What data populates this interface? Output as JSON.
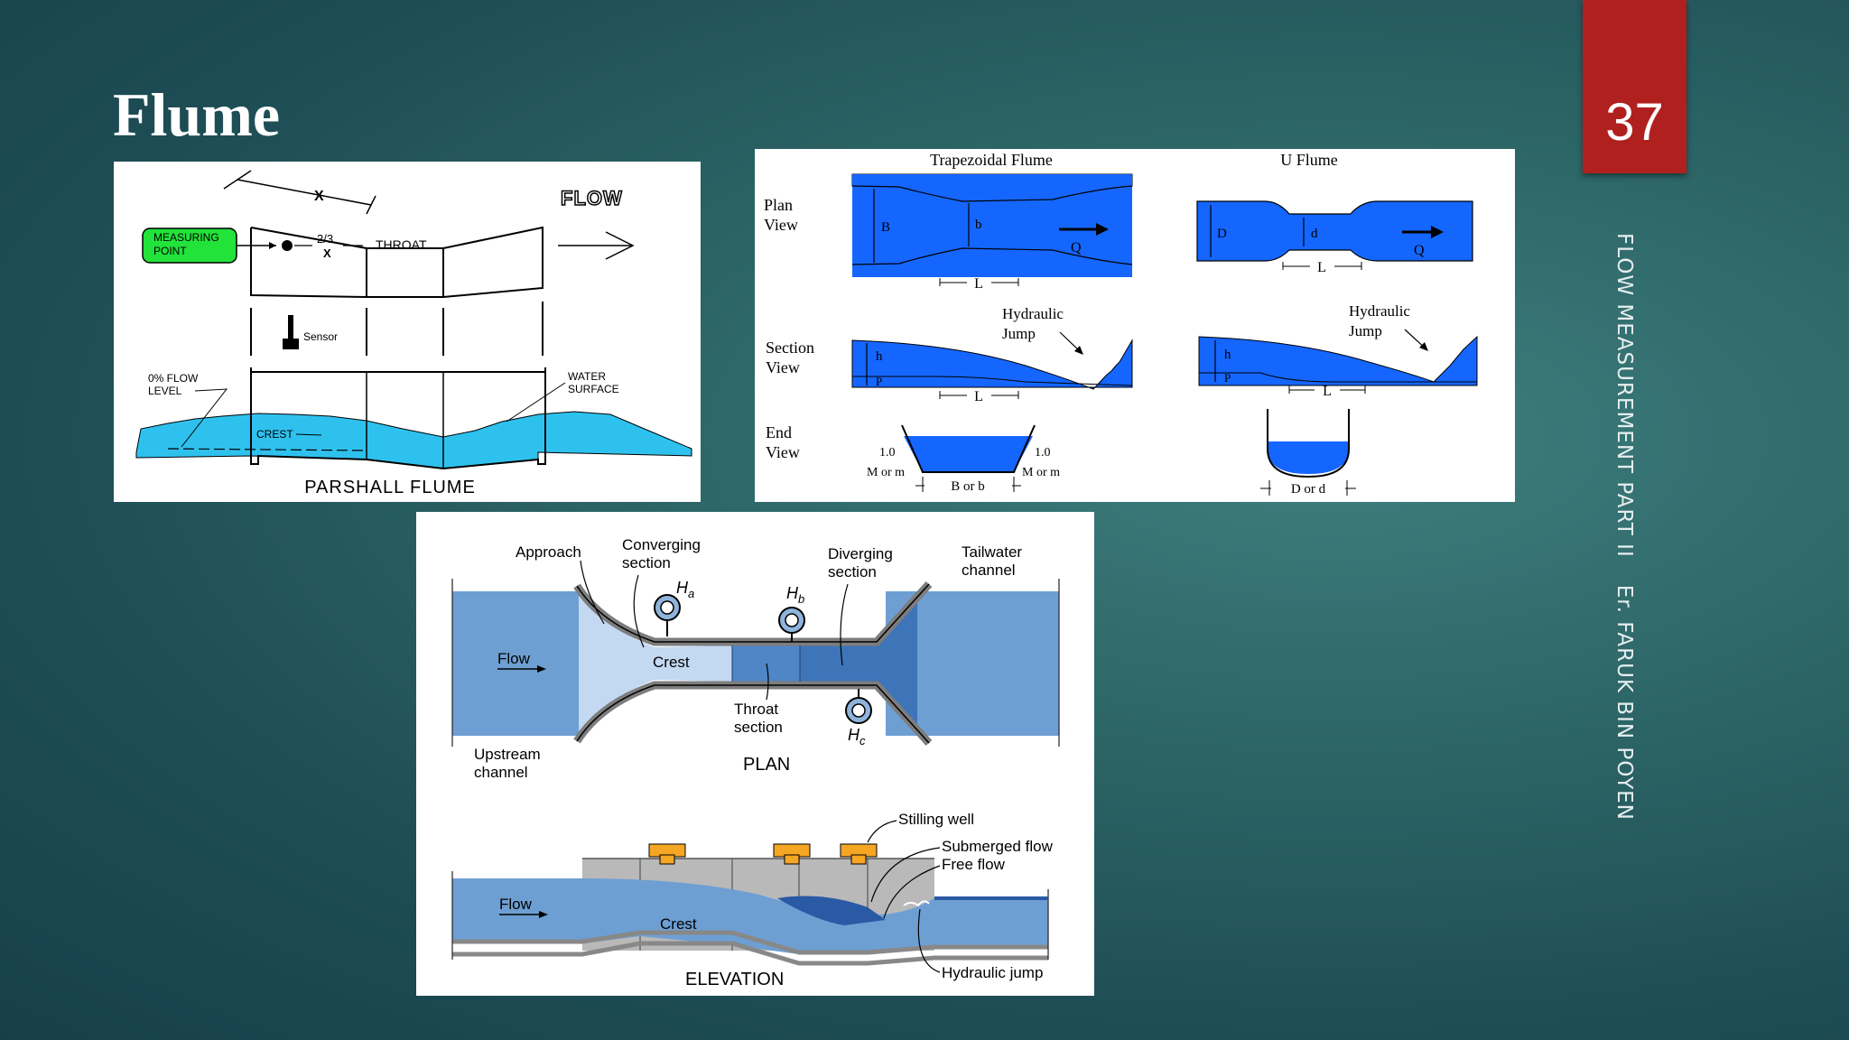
{
  "slide": {
    "title": "Flume",
    "page_number": "37",
    "side_text_left": "FLOW MEASUREMENT PART II",
    "side_text_right": "Er. FARUK BIN POYEN"
  },
  "colors": {
    "tab_red": "#b0201f",
    "water_light": "#2fc1ee",
    "flume_blue": "#1466ff",
    "channel_blue": "#6e9fd3",
    "measuring_green": "#22e33a",
    "stilling_orange": "#f5a623"
  },
  "parshall": {
    "flow_label": "FLOW",
    "measuring_point_line1": "MEASURING",
    "measuring_point_line2": "POINT",
    "two_thirds_top": "2/3",
    "two_thirds_bottom": "X",
    "x_label": "X",
    "throat_label": "THROAT",
    "sensor_label": "Sensor",
    "zero_flow_line1": "0% FLOW",
    "zero_flow_line2": "LEVEL",
    "water_surface_line1": "WATER",
    "water_surface_line2": "SURFACE",
    "crest_label": "CREST",
    "caption": "PARSHALL FLUME"
  },
  "trapu": {
    "trapezoidal_title": "Trapezoidal Flume",
    "u_title": "U Flume",
    "plan_view_1": "Plan",
    "plan_view_2": "View",
    "section_view_1": "Section",
    "section_view_2": "View",
    "end_view_1": "End",
    "end_view_2": "View",
    "B": "B",
    "b": "b",
    "D": "D",
    "d": "d",
    "Q": "Q",
    "L": "L",
    "h": "h",
    "P": "P",
    "hydraulic_1": "Hydraulic",
    "hydraulic_2": "Jump",
    "slope_1": "1.0",
    "m_or_m": "M or m",
    "b_or_b": "B or b",
    "d_or_d": "D or d"
  },
  "planview": {
    "approach": "Approach",
    "converging_1": "Converging",
    "converging_2": "section",
    "diverging_1": "Diverging",
    "diverging_2": "section",
    "tailwater_1": "Tailwater",
    "tailwater_2": "channel",
    "flow": "Flow",
    "crest": "Crest",
    "throat_1": "Throat",
    "throat_2": "section",
    "upstream_1": "Upstream",
    "upstream_2": "channel",
    "plan_caption": "PLAN",
    "ha": "H",
    "ha_sub": "a",
    "hb": "H",
    "hb_sub": "b",
    "hc": "H",
    "hc_sub": "c",
    "stilling_well": "Stilling well",
    "submerged_flow": "Submerged flow",
    "free_flow": "Free flow",
    "hydraulic_jump": "Hydraulic jump",
    "elevation_caption": "ELEVATION"
  }
}
